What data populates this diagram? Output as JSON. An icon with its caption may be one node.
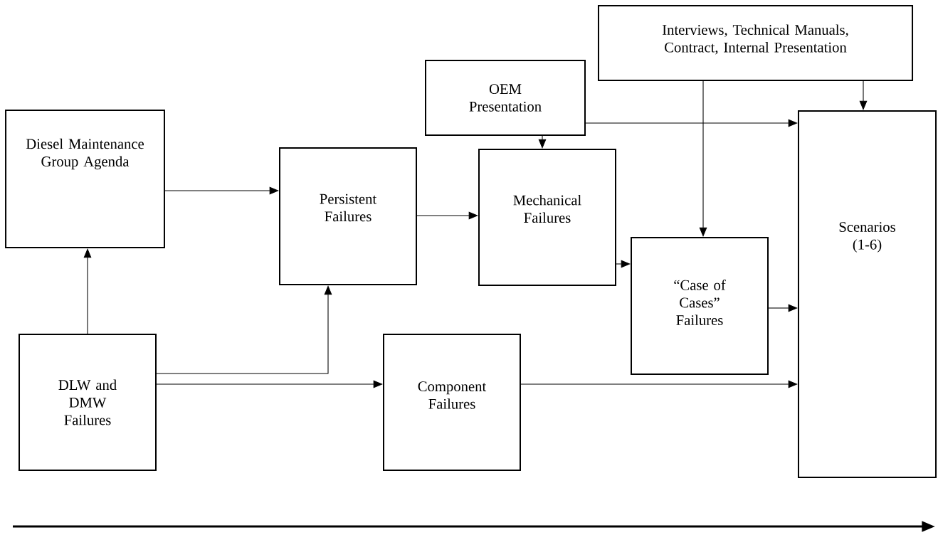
{
  "diagram": {
    "nodes": [
      {
        "text": [
          "Interviews, Technical Manuals, Contract, Internal Presentation"
        ]
      },
      {
        "text": [
          "OEM Presentation"
        ]
      },
      {
        "text": [
          "Diesel Maintenance Group Agenda"
        ]
      },
      {
        "text": [
          "Persistent Failures"
        ]
      },
      {
        "text": [
          "Mechanical Failures"
        ]
      },
      {
        "text": [
          "“Case of Cases” Failures"
        ]
      },
      {
        "text": [
          "DLW and DMW Failures"
        ]
      },
      {
        "text": [
          "Component Failures"
        ]
      },
      {
        "text": [
          "Scenarios (1-6)"
        ]
      }
    ],
    "edges": [
      {
        "from": 6,
        "to": 2,
        "arrow": "to"
      },
      {
        "from": 2,
        "to": 3,
        "arrow": "to"
      },
      {
        "from": 6,
        "to": 3,
        "arrow": "to"
      },
      {
        "from": 6,
        "to": 7,
        "arrow": "to"
      },
      {
        "from": 3,
        "to": 4,
        "arrow": "to"
      },
      {
        "from": 1,
        "to": 4,
        "arrow": "to"
      },
      {
        "from": 1,
        "to": 8,
        "arrow": "to"
      },
      {
        "from": 4,
        "to": 5,
        "arrow": "to"
      },
      {
        "from": 0,
        "to": 5,
        "arrow": "to"
      },
      {
        "from": 0,
        "to": 8,
        "arrow": "to"
      },
      {
        "from": 5,
        "to": 8,
        "arrow": "to"
      },
      {
        "from": 7,
        "to": 8,
        "arrow": "to"
      }
    ]
  }
}
